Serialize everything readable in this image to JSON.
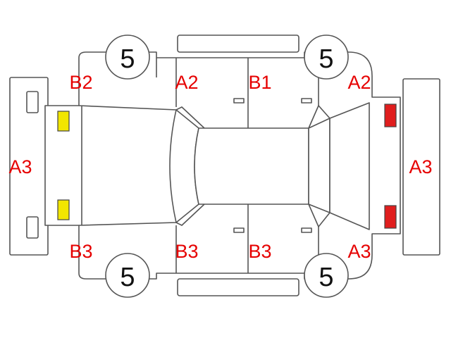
{
  "colors": {
    "outline": "#555555",
    "damage_code": "#e60000",
    "front_lamp": "#f2e600",
    "rear_lamp": "#e01e1e"
  },
  "tire_tread": {
    "front_left": "5",
    "rear_left": "5",
    "front_right": "5",
    "rear_right": "5"
  },
  "damage_codes": {
    "front_bumper": "A3",
    "front_left_fender": "B2",
    "front_left_door": "A2",
    "rear_left_door": "B1",
    "rear_left_quarter": "A2",
    "rear_bumper": "A3",
    "front_right_fender": "B3",
    "front_right_door": "B3",
    "rear_right_door": "B3",
    "rear_right_quarter": "A3"
  }
}
